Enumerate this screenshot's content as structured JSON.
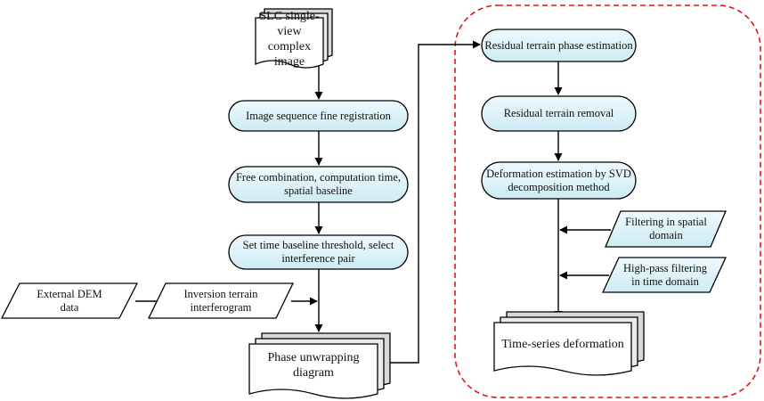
{
  "nodes": {
    "slc": "SLC single-view\ncomplex image",
    "registration": "Image sequence fine registration",
    "free_combination": "Free combination, computation time,\nspatial baseline",
    "threshold": "Set time baseline threshold, select\ninterference pair",
    "external_dem": "External DEM\ndata",
    "inversion": "Inversion terrain\ninterferogram",
    "unwrapping": "Phase unwrapping\ndiagram",
    "residual_estimation": "Residual terrain phase estimation",
    "residual_removal": "Residual terrain removal",
    "svd": "Deformation estimation by SVD\ndecomposition method",
    "filter_spatial": "Filtering in spatial\ndomain",
    "filter_time": "High-pass filtering\nin time domain",
    "time_series": "Time-series deformation"
  },
  "colors": {
    "node_fill": "#dcf3f9",
    "doc_fill": "#ffffff",
    "stroke": "#000000",
    "dashed_border": "#e0141b"
  }
}
